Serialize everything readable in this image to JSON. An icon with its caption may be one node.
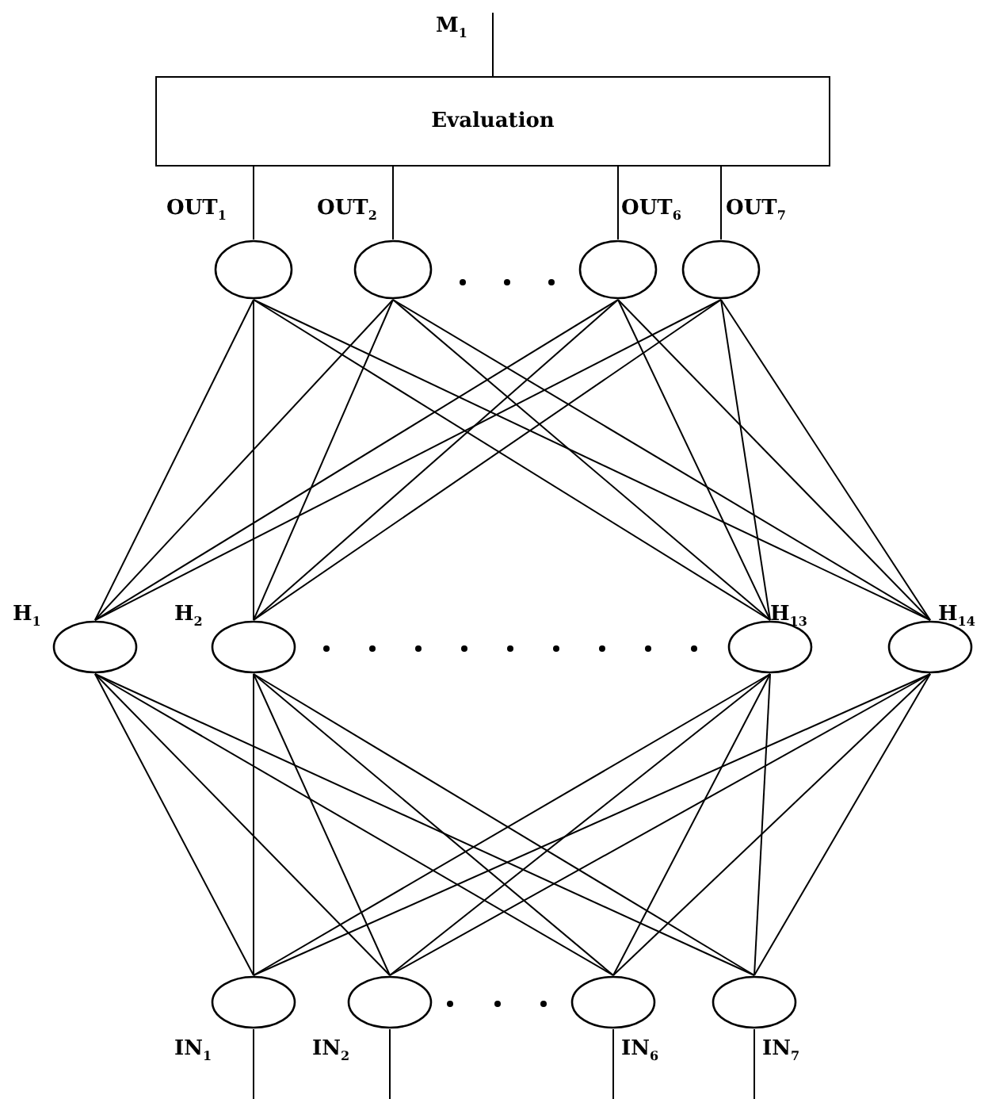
{
  "diagram": {
    "nodes": [
      {
        "text": [
          "Evaluation"
        ]
      },
      {
        "text": [],
        "shape": "circle",
        "beside": [
          "OUT$_{1}$"
        ]
      },
      {
        "text": [],
        "shape": "circle",
        "beside": [
          "OUT$_{2}$"
        ]
      },
      {
        "text": [],
        "shape": "circle",
        "beside": [
          "OUT$_{6}$"
        ]
      },
      {
        "text": [],
        "shape": "circle",
        "beside": [
          "OUT$_{7}$"
        ]
      },
      {
        "text": [],
        "shape": "circle",
        "beside": [
          "H$_{1}$"
        ]
      },
      {
        "text": [],
        "shape": "circle",
        "beside": [
          "H$_{2}$"
        ]
      },
      {
        "text": [],
        "shape": "circle",
        "beside": [
          "H$_{13}$"
        ]
      },
      {
        "text": [],
        "shape": "circle",
        "beside": [
          "H$_{14}$"
        ]
      },
      {
        "text": [],
        "shape": "circle",
        "beside": [
          "IN$_{1}$"
        ]
      },
      {
        "text": [],
        "shape": "circle",
        "beside": [
          "IN$_{2}$"
        ]
      },
      {
        "text": [],
        "shape": "circle",
        "beside": [
          "IN$_{6}$"
        ]
      },
      {
        "text": [],
        "shape": "circle",
        "beside": [
          "IN$_{7}$"
        ]
      }
    ],
    "edges": [
      {
        "from": 0,
        "to": null,
        "arrow": "none",
        "label": "M$_{1}$"
      },
      {
        "from": 1,
        "to": 0,
        "arrow": "none"
      },
      {
        "from": 2,
        "to": 0,
        "arrow": "none"
      },
      {
        "from": 3,
        "to": 0,
        "arrow": "none"
      },
      {
        "from": 4,
        "to": 0,
        "arrow": "none"
      },
      {
        "from": 5,
        "to": 1,
        "arrow": "none"
      },
      {
        "from": 5,
        "to": 2,
        "arrow": "none"
      },
      {
        "from": 5,
        "to": 3,
        "arrow": "none"
      },
      {
        "from": 5,
        "to": 4,
        "arrow": "none"
      },
      {
        "from": 6,
        "to": 1,
        "arrow": "none"
      },
      {
        "from": 6,
        "to": 2,
        "arrow": "none"
      },
      {
        "from": 6,
        "to": 3,
        "arrow": "none"
      },
      {
        "from": 6,
        "to": 4,
        "arrow": "none"
      },
      {
        "from": 7,
        "to": 1,
        "arrow": "none"
      },
      {
        "from": 7,
        "to": 2,
        "arrow": "none"
      },
      {
        "from": 7,
        "to": 3,
        "arrow": "none"
      },
      {
        "from": 7,
        "to": 4,
        "arrow": "none"
      },
      {
        "from": 8,
        "to": 1,
        "arrow": "none"
      },
      {
        "from": 8,
        "to": 2,
        "arrow": "none"
      },
      {
        "from": 8,
        "to": 3,
        "arrow": "none"
      },
      {
        "from": 8,
        "to": 4,
        "arrow": "none"
      },
      {
        "from": 9,
        "to": 5,
        "arrow": "none"
      },
      {
        "from": 9,
        "to": 6,
        "arrow": "none"
      },
      {
        "from": 9,
        "to": 7,
        "arrow": "none"
      },
      {
        "from": 9,
        "to": 8,
        "arrow": "none"
      },
      {
        "from": 10,
        "to": 5,
        "arrow": "none"
      },
      {
        "from": 10,
        "to": 6,
        "arrow": "none"
      },
      {
        "from": 10,
        "to": 7,
        "arrow": "none"
      },
      {
        "from": 10,
        "to": 8,
        "arrow": "none"
      },
      {
        "from": 11,
        "to": 5,
        "arrow": "none"
      },
      {
        "from": 11,
        "to": 6,
        "arrow": "none"
      },
      {
        "from": 11,
        "to": 7,
        "arrow": "none"
      },
      {
        "from": 11,
        "to": 8,
        "arrow": "none"
      },
      {
        "from": 12,
        "to": 5,
        "arrow": "none"
      },
      {
        "from": 12,
        "to": 6,
        "arrow": "none"
      },
      {
        "from": 12,
        "to": 7,
        "arrow": "none"
      },
      {
        "from": 12,
        "to": 8,
        "arrow": "none"
      },
      {
        "from": null,
        "to": 9,
        "arrow": "none"
      },
      {
        "from": null,
        "to": 10,
        "arrow": "none"
      },
      {
        "from": null,
        "to": 11,
        "arrow": "none"
      },
      {
        "from": null,
        "to": 12,
        "arrow": "none"
      }
    ]
  }
}
